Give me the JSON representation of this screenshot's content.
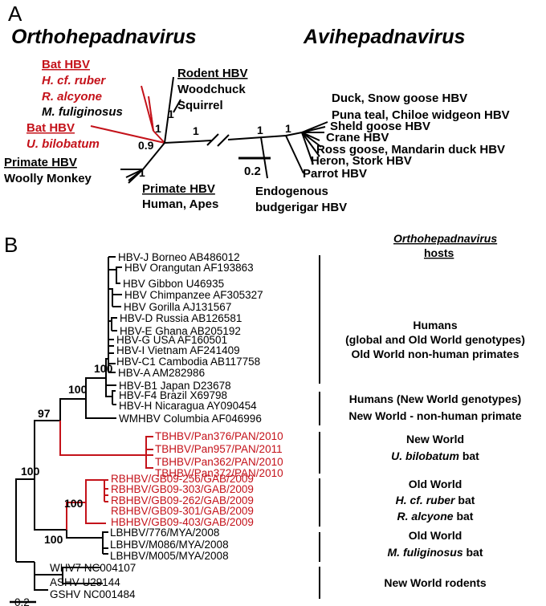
{
  "panelA": {
    "label": "A",
    "genus_left": "Orthohepadnavirus",
    "genus_right": "Avihepadnavirus",
    "bat1": {
      "title": "Bat HBV",
      "l1": "H. cf. ruber",
      "l2": "R. alcyone",
      "l3": "M.  fuliginosus"
    },
    "bat2": {
      "title": "Bat HBV",
      "l1": "U. bilobatum"
    },
    "rodent": {
      "title": "Rodent HBV",
      "l1": "Woodchuck",
      "l2": "Squirrel"
    },
    "primate1": {
      "title": "Primate HBV",
      "l1": "Woolly Monkey"
    },
    "primate2": {
      "title": "Primate HBV",
      "l1": "Human, Apes"
    },
    "endog": {
      "l1": "Endogenous",
      "l2": "budgerigar HBV"
    },
    "avian": [
      "Duck, Snow goose HBV",
      "Puna teal, Chiloe widgeon HBV",
      "Sheld goose HBV",
      "Crane HBV",
      "Ross goose, Mandarin duck HBV",
      "Heron, Stork HBV",
      "Parrot HBV"
    ],
    "supports": {
      "s09": "0.9",
      "s1": "1"
    },
    "scale": "0.2"
  },
  "panelB": {
    "label": "B",
    "hosts_title1": "Orthohepadnavirus",
    "hosts_title2": "hosts",
    "leaves_black_top": [
      "HBV-J Borneo AB486012",
      "HBV Orangutan AF193863",
      "HBV Gibbon U46935",
      "HBV Chimpanzee AF305327",
      "HBV Gorilla AJ131567",
      "HBV-D Russia AB126581",
      "HBV-E Ghana AB205192",
      "HBV-G USA AF160501",
      "HBV-I Vietnam AF241409",
      "HBV-C1 Cambodia AB117758",
      "HBV-A AM282986",
      "HBV-B1 Japan D23678",
      "HBV-F4 Brazil X69798",
      "HBV-H Nicaragua AY090454",
      "WMHBV Columbia AF046996"
    ],
    "leaves_tb": [
      "TBHBV/Pan376/PAN/2010",
      "TBHBV/Pan957/PAN/2011",
      "TBHBV/Pan362/PAN/2010",
      "TBHBV/Pan372/PAN/2010"
    ],
    "leaves_rb": [
      "RBHBV/GB09-256/GAB/2009",
      "RBHBV/GB09-303/GAB/2009",
      "RBHBV/GB09-262/GAB/2009",
      "RBHBV/GB09-301/GAB/2009",
      "HBHBV/GB09-403/GAB/2009"
    ],
    "leaves_lb": [
      "LBHBV/776/MYA/2008",
      "LBHBV/M086/MYA/2008",
      "LBHBV/M005/MYA/2008"
    ],
    "leaves_rod": [
      "WHV7 NC004107",
      "ASHV U29144",
      "GSHV NC001484"
    ],
    "hosts": {
      "h1a": "Humans",
      "h1b": "(global and Old World genotypes)",
      "h1c": "Old World non-human primates",
      "h2a": "Humans (New World genotypes)",
      "h2b": "New World -  non-human primate",
      "h3a": "New World",
      "h3b": "U. bilobatum",
      "h3c": " bat",
      "h4a": "Old World",
      "h4b1": "H. cf. ",
      "h4b2": "ruber",
      "h4b3": " bat",
      "h4c1": "R. alcyone",
      "h4c2": " bat",
      "h5a": "Old World",
      "h5b": "M.  fuliginosus",
      "h5c": " bat",
      "h6": "New World rodents"
    },
    "supports": {
      "s100a": "100",
      "s100b": "100",
      "s97": "97",
      "s100c": "100",
      "s100d": "100",
      "s100e": "100"
    },
    "scale": "0.2"
  }
}
